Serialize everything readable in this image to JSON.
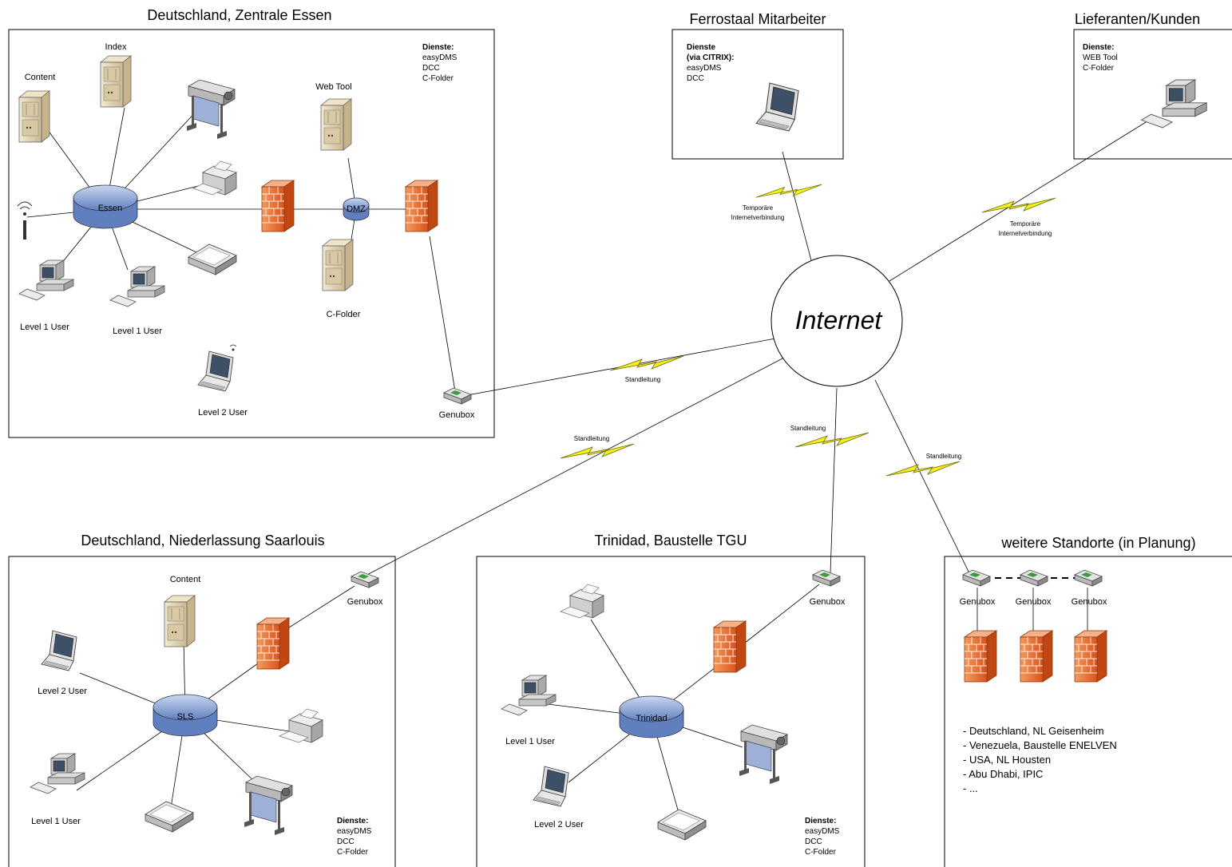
{
  "sites": {
    "essen": {
      "title": "Deutschland, Zentrale Essen",
      "services": [
        "Dienste:",
        "easyDMS",
        "DCC",
        "C-Folder"
      ],
      "hub": "Essen",
      "dmz": "DMZ",
      "content": "Content",
      "index": "Index",
      "webtool": "Web Tool",
      "cfolder": "C-Folder",
      "user1a": "Level 1 User",
      "user1b": "Level 1 User",
      "user2": "Level 2 User",
      "genubox": "Genubox"
    },
    "ferrostaal": {
      "title": "Ferrostaal Mitarbeiter",
      "services": [
        "Dienste",
        "(via CITRIX):",
        "easyDMS",
        "DCC"
      ]
    },
    "lieferanten": {
      "title": "Lieferanten/Kunden",
      "services": [
        "Dienste:",
        "WEB Tool",
        "C-Folder"
      ]
    },
    "saarlouis": {
      "title": "Deutschland, Niederlassung Saarlouis",
      "hub": "SLS",
      "content": "Content",
      "genubox": "Genubox",
      "user2": "Level 2 User",
      "user1": "Level 1 User",
      "services": [
        "Dienste:",
        "easyDMS",
        "DCC",
        "C-Folder"
      ]
    },
    "trinidad": {
      "title": "Trinidad, Baustelle TGU",
      "hub": "Trinidad",
      "genubox": "Genubox",
      "user1": "Level 1 User",
      "user2": "Level 2 User",
      "services": [
        "Dienste:",
        "easyDMS",
        "DCC",
        "C-Folder"
      ]
    },
    "weitere": {
      "title": "weitere Standorte (in Planung)",
      "genubox1": "Genubox",
      "genubox2": "Genubox",
      "genubox3": "Genubox",
      "locations": [
        "- Deutschland, NL Geisenheim",
        "- Venezuela, Baustelle ENELVEN",
        "- USA, NL Housten",
        "- Abu Dhabi, IPIC",
        "- ..."
      ]
    }
  },
  "internet": {
    "label": "Internet"
  },
  "links": {
    "temp1": [
      "Temporäre",
      "Internetverbindung"
    ],
    "temp2": [
      "Temporäre",
      "Internetverbindung"
    ],
    "essen": "Standleitung",
    "saarlouis": "Standleitung",
    "trinidad": "Standleitung",
    "weitere": "Standleitung"
  },
  "colors": {
    "firewall": "#e8662b",
    "hub": "#8fa8d8",
    "server": "#e8dcc0",
    "bolt": "#f5f01a"
  }
}
